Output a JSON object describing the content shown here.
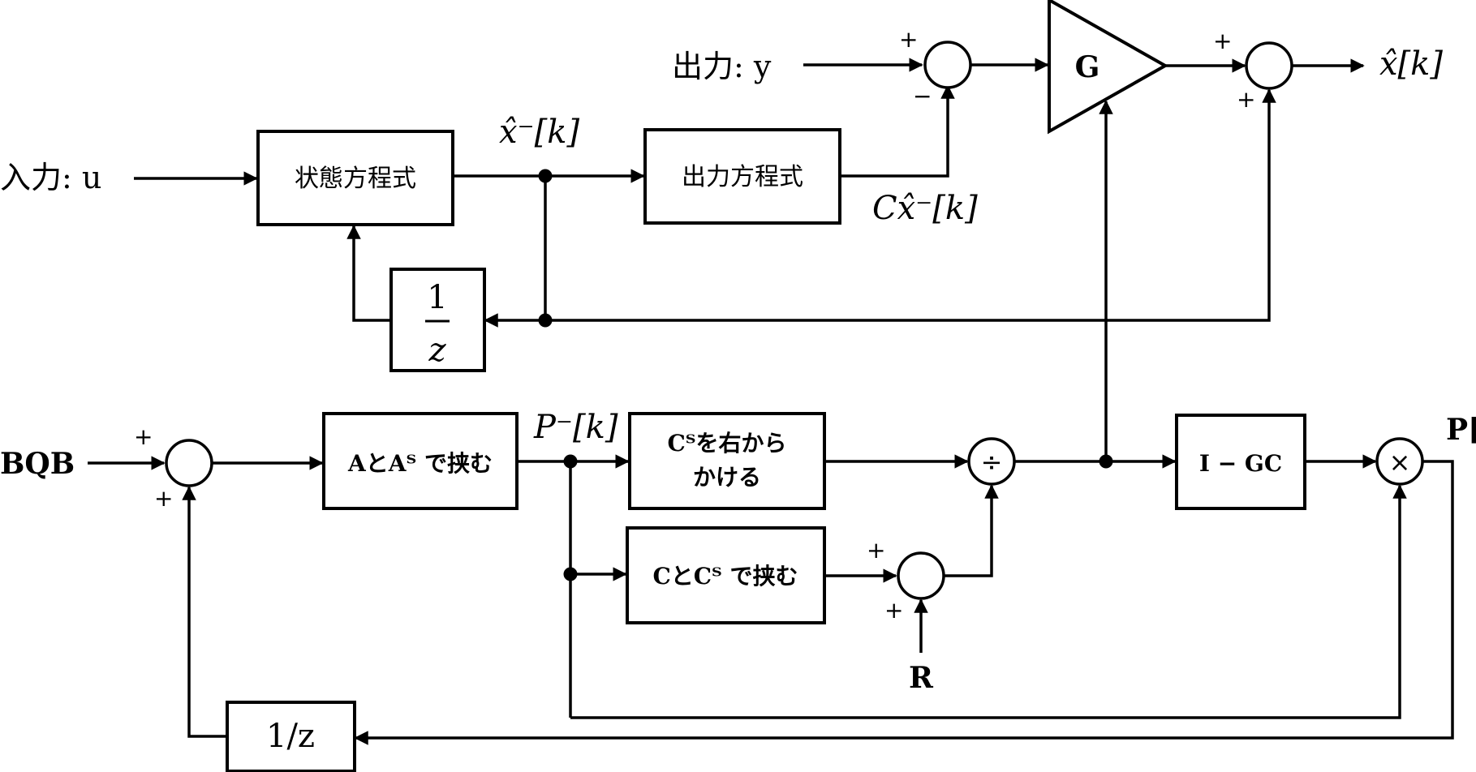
{
  "inputs": {
    "input_u": "入力: u",
    "output_y": "出力: y",
    "bqb": "BQB",
    "r": "R"
  },
  "outputs": {
    "x_hat": "x̂[k]",
    "p": "P[k]"
  },
  "signals": {
    "x_hat_minus": "x̂⁻[k]",
    "c_x_hat_minus": "Cx̂⁻[k]",
    "p_minus": "P⁻[k]"
  },
  "blocks": {
    "state_equation": "状態方程式",
    "output_equation": "出力方程式",
    "delay_top_num": "1",
    "delay_top_den": "z",
    "delay_bottom": "1/z",
    "gain": "G",
    "a_sandwich": "AとAᵀ で挟む",
    "ct_right_line1": "Cᵀを右から",
    "ct_right_line2": "かける",
    "c_sandwich": "CとCᵀ で挟む",
    "i_minus_gc": "I − GC"
  },
  "operators": {
    "divide": "÷",
    "multiply": "×"
  },
  "signs": {
    "plus": "+",
    "minus": "−"
  }
}
